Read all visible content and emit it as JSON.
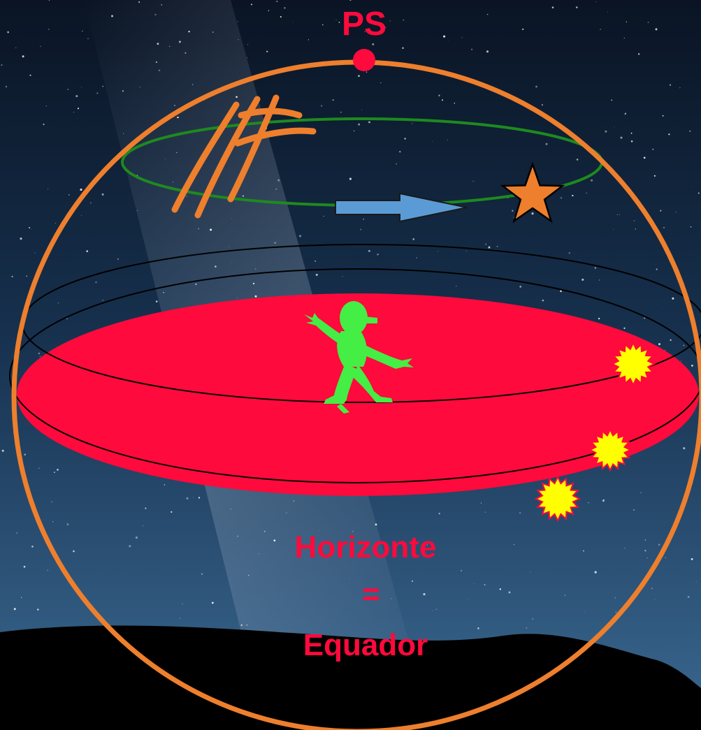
{
  "labels": {
    "pole": "PS",
    "horizon_line1": "Horizonte",
    "horizon_line2": "=",
    "horizon_line3": "Equador"
  },
  "colors": {
    "sphere": "#ee7f2d",
    "pole_dot": "#ff0a3c",
    "label_red": "#ff0a3c",
    "horizon_disc": "#ff0a3c",
    "diurnal_circle": "#1e8a1e",
    "arrow": "#5b9bd5",
    "star": "#ee7f2d",
    "sun": "#ffff00",
    "observer": "#44ee44"
  },
  "icons": [
    "star-icon",
    "sun-icon",
    "observer-figure-icon",
    "arrow-icon",
    "trail-marks-icon"
  ]
}
